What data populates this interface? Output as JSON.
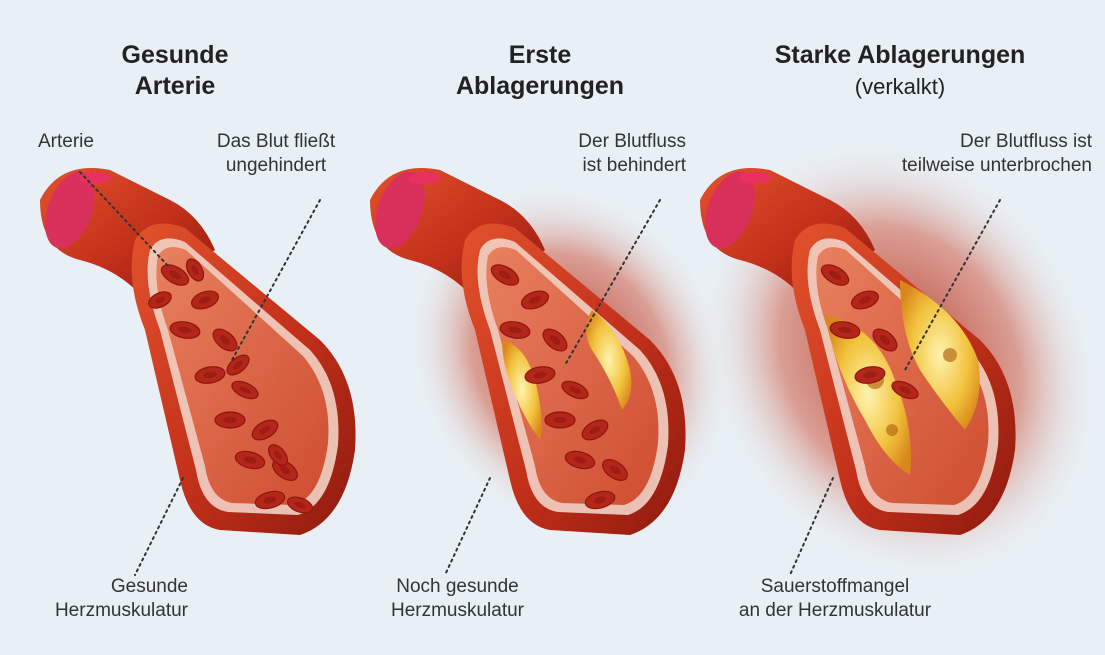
{
  "panels": [
    {
      "title_lines": [
        "Gesunde",
        "Arterie"
      ],
      "subtitle": "",
      "callout_top_left": "Arterie",
      "callout_top_right": [
        "Das Blut fließt",
        "ungehindert"
      ],
      "callout_bottom": [
        "Gesunde",
        "Herzmuskulatur"
      ],
      "plaque_level": "none"
    },
    {
      "title_lines": [
        "Erste",
        "Ablagerungen"
      ],
      "subtitle": "",
      "callout_top_right": [
        "Der Blutfluss",
        "ist behindert"
      ],
      "callout_bottom": [
        "Noch gesunde",
        "Herzmuskulatur"
      ],
      "plaque_level": "moderate"
    },
    {
      "title_lines": [
        "Starke Ablagerungen"
      ],
      "subtitle": "(verkalkt)",
      "callout_top_right": [
        "Der Blutfluss ist",
        "teilweise unterbrochen"
      ],
      "callout_bottom": [
        "Sauerstoffmangel",
        "an der Herzmuskulatur"
      ],
      "plaque_level": "severe"
    }
  ],
  "colors": {
    "background": "#e9f0f5",
    "artery_outer": "#c8341c",
    "artery_inner": "#e06a4a",
    "blood_cell": "#b5261a",
    "plaque": "#f3c84a",
    "halo": "#b0200f"
  }
}
